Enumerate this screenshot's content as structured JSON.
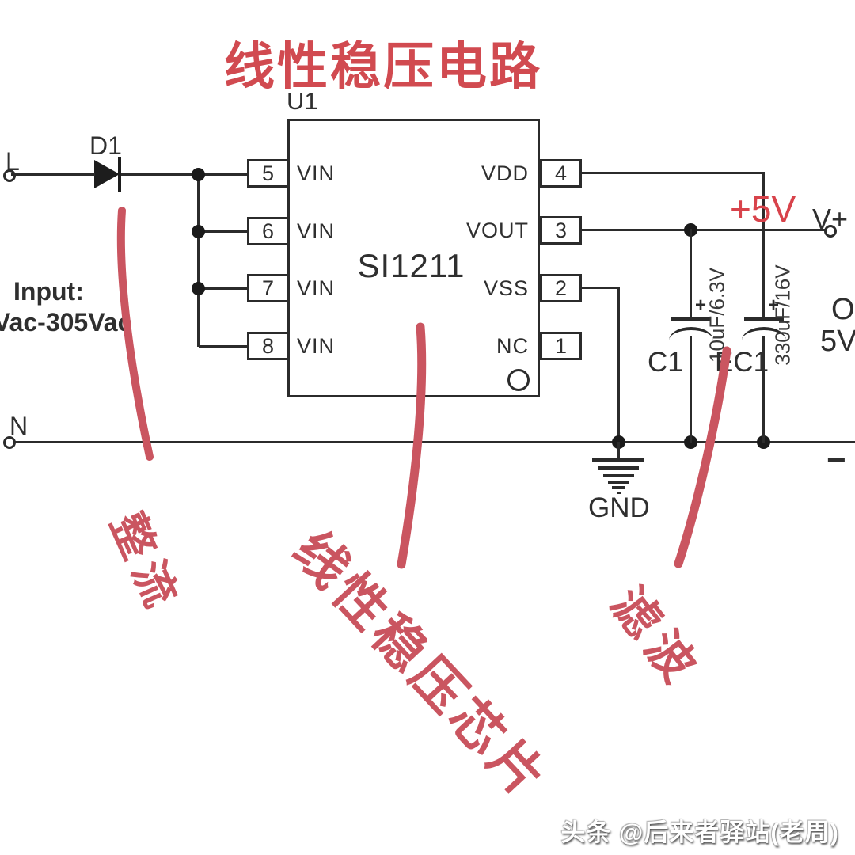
{
  "title": "线性稳压电路",
  "chip": {
    "ref": "U1",
    "part": "SI1211",
    "left_pins": [
      {
        "num": "5",
        "name": "VIN"
      },
      {
        "num": "6",
        "name": "VIN"
      },
      {
        "num": "7",
        "name": "VIN"
      },
      {
        "num": "8",
        "name": "VIN"
      }
    ],
    "right_pins": [
      {
        "num": "4",
        "name": "VDD"
      },
      {
        "num": "3",
        "name": "VOUT"
      },
      {
        "num": "2",
        "name": "VSS"
      },
      {
        "num": "1",
        "name": "NC"
      }
    ]
  },
  "input": {
    "terminal_live": "L",
    "terminal_neutral": "N",
    "caption_line1": "Input:",
    "caption_line2": "Vac-305Vac"
  },
  "diode": {
    "ref": "D1"
  },
  "output": {
    "rail_voltage": "+5V",
    "positive_terminal": "V+",
    "negative_terminal": "−",
    "clipped_line1": "O",
    "clipped_line2": "5V"
  },
  "capacitors": {
    "c1": {
      "ref": "C1",
      "value": "10uF/6.3V",
      "polarity": "+"
    },
    "ec1": {
      "ref": "EC1",
      "value": "330uF/16V",
      "polarity": "+"
    }
  },
  "ground": {
    "label": "GND"
  },
  "annotations": {
    "rectify": "整流",
    "regulator_chip": "线性稳压芯片",
    "filter": "滤波"
  },
  "watermark": "头条 @后来者驿站(老周)",
  "colors": {
    "title_red": "#d14a50",
    "annotation_red": "#ca5560",
    "rail_red": "#d8434b",
    "line_black": "#2b2b2b"
  }
}
